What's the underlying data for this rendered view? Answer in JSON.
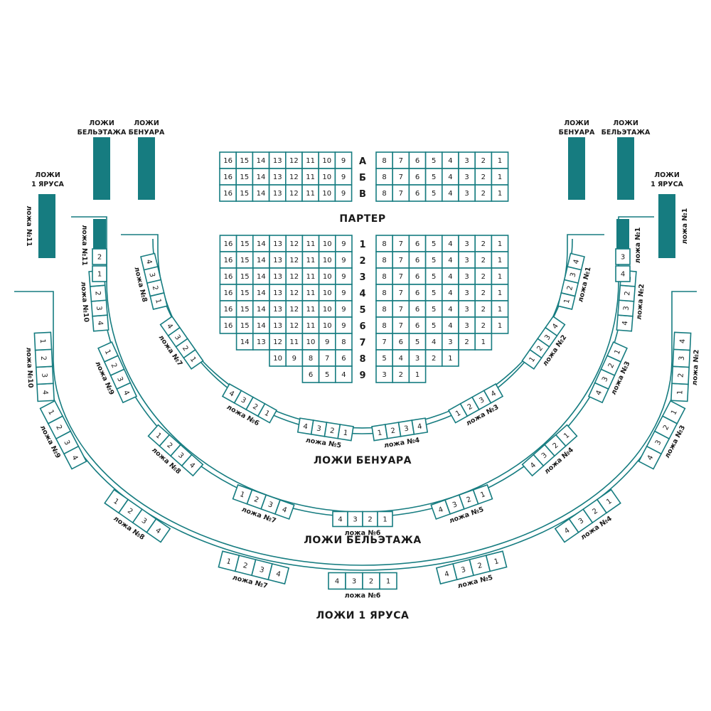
{
  "colors": {
    "accent": "#167c80",
    "text": "#1a1a1a",
    "background": "#ffffff"
  },
  "parterre": {
    "title": "ПАРТЕР",
    "front_rows": [
      "А",
      "Б",
      "В"
    ],
    "front_left_seats": [
      "16",
      "15",
      "14",
      "13",
      "12",
      "11",
      "10",
      "9"
    ],
    "front_right_seats": [
      "8",
      "7",
      "6",
      "5",
      "4",
      "3",
      "2",
      "1"
    ],
    "rows": [
      {
        "label": "1",
        "left": [
          "16",
          "15",
          "14",
          "13",
          "12",
          "11",
          "10",
          "9"
        ],
        "right": [
          "8",
          "7",
          "6",
          "5",
          "4",
          "3",
          "2",
          "1"
        ]
      },
      {
        "label": "2",
        "left": [
          "16",
          "15",
          "14",
          "13",
          "12",
          "11",
          "10",
          "9"
        ],
        "right": [
          "8",
          "7",
          "6",
          "5",
          "4",
          "3",
          "2",
          "1"
        ]
      },
      {
        "label": "3",
        "left": [
          "16",
          "15",
          "14",
          "13",
          "12",
          "11",
          "10",
          "9"
        ],
        "right": [
          "8",
          "7",
          "6",
          "5",
          "4",
          "3",
          "2",
          "1"
        ]
      },
      {
        "label": "4",
        "left": [
          "16",
          "15",
          "14",
          "13",
          "12",
          "11",
          "10",
          "9"
        ],
        "right": [
          "8",
          "7",
          "6",
          "5",
          "4",
          "3",
          "2",
          "1"
        ]
      },
      {
        "label": "5",
        "left": [
          "16",
          "15",
          "14",
          "13",
          "12",
          "11",
          "10",
          "9"
        ],
        "right": [
          "8",
          "7",
          "6",
          "5",
          "4",
          "3",
          "2",
          "1"
        ]
      },
      {
        "label": "6",
        "left": [
          "16",
          "15",
          "14",
          "13",
          "12",
          "11",
          "10",
          "9"
        ],
        "right": [
          "8",
          "7",
          "6",
          "5",
          "4",
          "3",
          "2",
          "1"
        ]
      },
      {
        "label": "7",
        "left": [
          "14",
          "13",
          "12",
          "11",
          "10",
          "9",
          "8"
        ],
        "right": [
          "7",
          "6",
          "5",
          "4",
          "3",
          "2",
          "1"
        ]
      },
      {
        "label": "8",
        "left": [
          "10",
          "9",
          "8",
          "7",
          "6"
        ],
        "right": [
          "5",
          "4",
          "3",
          "2",
          "1"
        ]
      },
      {
        "label": "9",
        "left": [
          "6",
          "5",
          "4"
        ],
        "right": [
          "3",
          "2",
          "1"
        ]
      }
    ]
  },
  "side_labels": {
    "tl_belet_1": "ЛОЖИ",
    "tl_belet_2": "БЕЛЬЭТАЖА",
    "tl_benuar_1": "ЛОЖИ",
    "tl_benuar_2": "БЕНУАРА",
    "tr_benuar_1": "ЛОЖИ",
    "tr_benuar_2": "БЕНУАРА",
    "tr_belet_1": "ЛОЖИ",
    "tr_belet_2": "БЕЛЬЭТАЖА",
    "l_yarus_1": "ЛОЖИ",
    "l_yarus_2": "1 ЯРУСА",
    "r_yarus_1": "ЛОЖИ",
    "r_yarus_2": "1 ЯРУСА"
  },
  "tier_titles": {
    "benuar": "ЛОЖИ БЕНУАРА",
    "beletage": "ЛОЖИ БЕЛЬЭТАЖА",
    "yarus": "ЛОЖИ 1 ЯРУСА"
  },
  "boxes": {
    "benuar": [
      {
        "label": "ложа №8",
        "seats": [
          "1",
          "2",
          "3",
          "4"
        ]
      },
      {
        "label": "ложа №7",
        "seats": [
          "1",
          "2",
          "3",
          "4"
        ]
      },
      {
        "label": "ложа №6",
        "seats": [
          "1",
          "2",
          "3",
          "4"
        ]
      },
      {
        "label": "ложа №5",
        "seats": [
          "1",
          "2",
          "3",
          "4"
        ]
      },
      {
        "label": "ложа №4",
        "seats": [
          "1",
          "2",
          "3",
          "4"
        ]
      },
      {
        "label": "ложа №3",
        "seats": [
          "1",
          "2",
          "3",
          "4"
        ]
      },
      {
        "label": "ложа №2",
        "seats": [
          "1",
          "2",
          "3",
          "4"
        ]
      },
      {
        "label": "ложа №1",
        "seats": [
          "1",
          "2",
          "3",
          "4"
        ]
      }
    ],
    "benuar_side_left": {
      "label": "ложа №11",
      "seats": [
        "2",
        "1"
      ]
    },
    "benuar_side_right": {
      "label": "ложа №1",
      "seats": [
        "3",
        "4"
      ]
    },
    "beletage": [
      {
        "label": "ложа №10",
        "seats": [
          "4",
          "3",
          "2",
          "1"
        ]
      },
      {
        "label": "ложа №9",
        "seats": [
          "4",
          "3",
          "2",
          "1"
        ]
      },
      {
        "label": "ложа №8",
        "seats": [
          "4",
          "3",
          "2",
          "1"
        ]
      },
      {
        "label": "ложа №7",
        "seats": [
          "4",
          "3",
          "2",
          "1"
        ]
      },
      {
        "label": "ложа №6",
        "seats": [
          "4",
          "3",
          "2",
          "1"
        ]
      },
      {
        "label": "ложа №5",
        "seats": [
          "4",
          "3",
          "2",
          "1"
        ]
      },
      {
        "label": "ложа №4",
        "seats": [
          "4",
          "3",
          "2",
          "1"
        ]
      },
      {
        "label": "ложа №3",
        "seats": [
          "4",
          "3",
          "2",
          "1"
        ]
      },
      {
        "label": "ложа №2",
        "seats": [
          "4",
          "3",
          "2",
          "1"
        ]
      }
    ],
    "yarus": [
      {
        "label": "ложа №10",
        "seats": [
          "4",
          "3",
          "2",
          "1"
        ]
      },
      {
        "label": "ложа №9",
        "seats": [
          "4",
          "3",
          "2",
          "1"
        ]
      },
      {
        "label": "ложа №8",
        "seats": [
          "4",
          "3",
          "2",
          "1"
        ]
      },
      {
        "label": "ложа №7",
        "seats": [
          "4",
          "3",
          "2",
          "1"
        ]
      },
      {
        "label": "ложа №6",
        "seats": [
          "4",
          "3",
          "2",
          "1"
        ]
      },
      {
        "label": "ложа №5",
        "seats": [
          "4",
          "3",
          "2",
          "1"
        ]
      },
      {
        "label": "ложа №4",
        "seats": [
          "4",
          "3",
          "2",
          "1"
        ]
      },
      {
        "label": "ложа №3",
        "seats": [
          "4",
          "3",
          "2",
          "1"
        ]
      },
      {
        "label": "ложа №2",
        "seats": [
          "1",
          "2",
          "3",
          "4"
        ]
      }
    ],
    "yarus_left_bar_label": "ложа №11",
    "yarus_right_bar_label": "ложа №1"
  }
}
